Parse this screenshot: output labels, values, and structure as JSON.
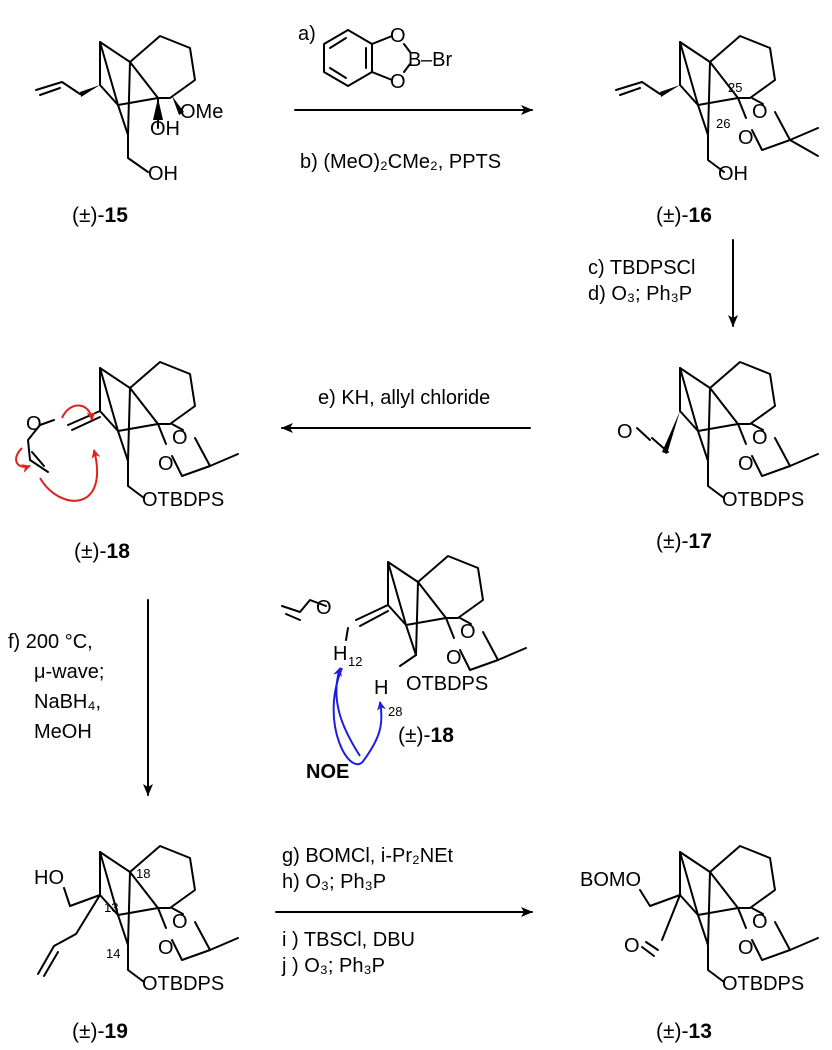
{
  "compounds": {
    "c15": {
      "prefix": "(±)-",
      "num": "15"
    },
    "c16": {
      "prefix": "(±)-",
      "num": "16"
    },
    "c17": {
      "prefix": "(±)-",
      "num": "17"
    },
    "c18a": {
      "prefix": "(±)-",
      "num": "18"
    },
    "c18b": {
      "prefix": "(±)-",
      "num": "18"
    },
    "c19": {
      "prefix": "(±)-",
      "num": "19"
    },
    "c13": {
      "prefix": "(±)-",
      "num": "13"
    }
  },
  "atoms": {
    "O": "O",
    "OH": "OH",
    "OMe": "OMe",
    "B": "B",
    "Br": "–Br",
    "OTBDPS": "OTBDPS",
    "HO": "HO",
    "BOMO": "BOMO",
    "H": "H"
  },
  "atom_numbers": {
    "n25": "25",
    "n26": "26",
    "n12": "12",
    "n28": "28",
    "n18": "18",
    "n13": "13",
    "n14": "14"
  },
  "annotation": {
    "noe": "NOE"
  },
  "conditions": {
    "a": "a)",
    "b": "b) (MeO)₂CMe₂, PPTS",
    "c": "c) TBDPSCl",
    "d": "d) O₃; Ph₃P",
    "e": "e) KH, allyl chloride",
    "f1": "f) 200 °C,",
    "f2": "μ-wave;",
    "f3": "NaBH₄,",
    "f4": "MeOH",
    "g": "g) BOMCl, i-Pr₂NEt",
    "h": "h) O₃; Ph₃P",
    "i": "i ) TBSCl, DBU",
    "j": "j )  O₃; Ph₃P"
  },
  "colors": {
    "arrow_pushing": "#e0201b",
    "noe": "#1d1de0",
    "ink": "#000000"
  }
}
